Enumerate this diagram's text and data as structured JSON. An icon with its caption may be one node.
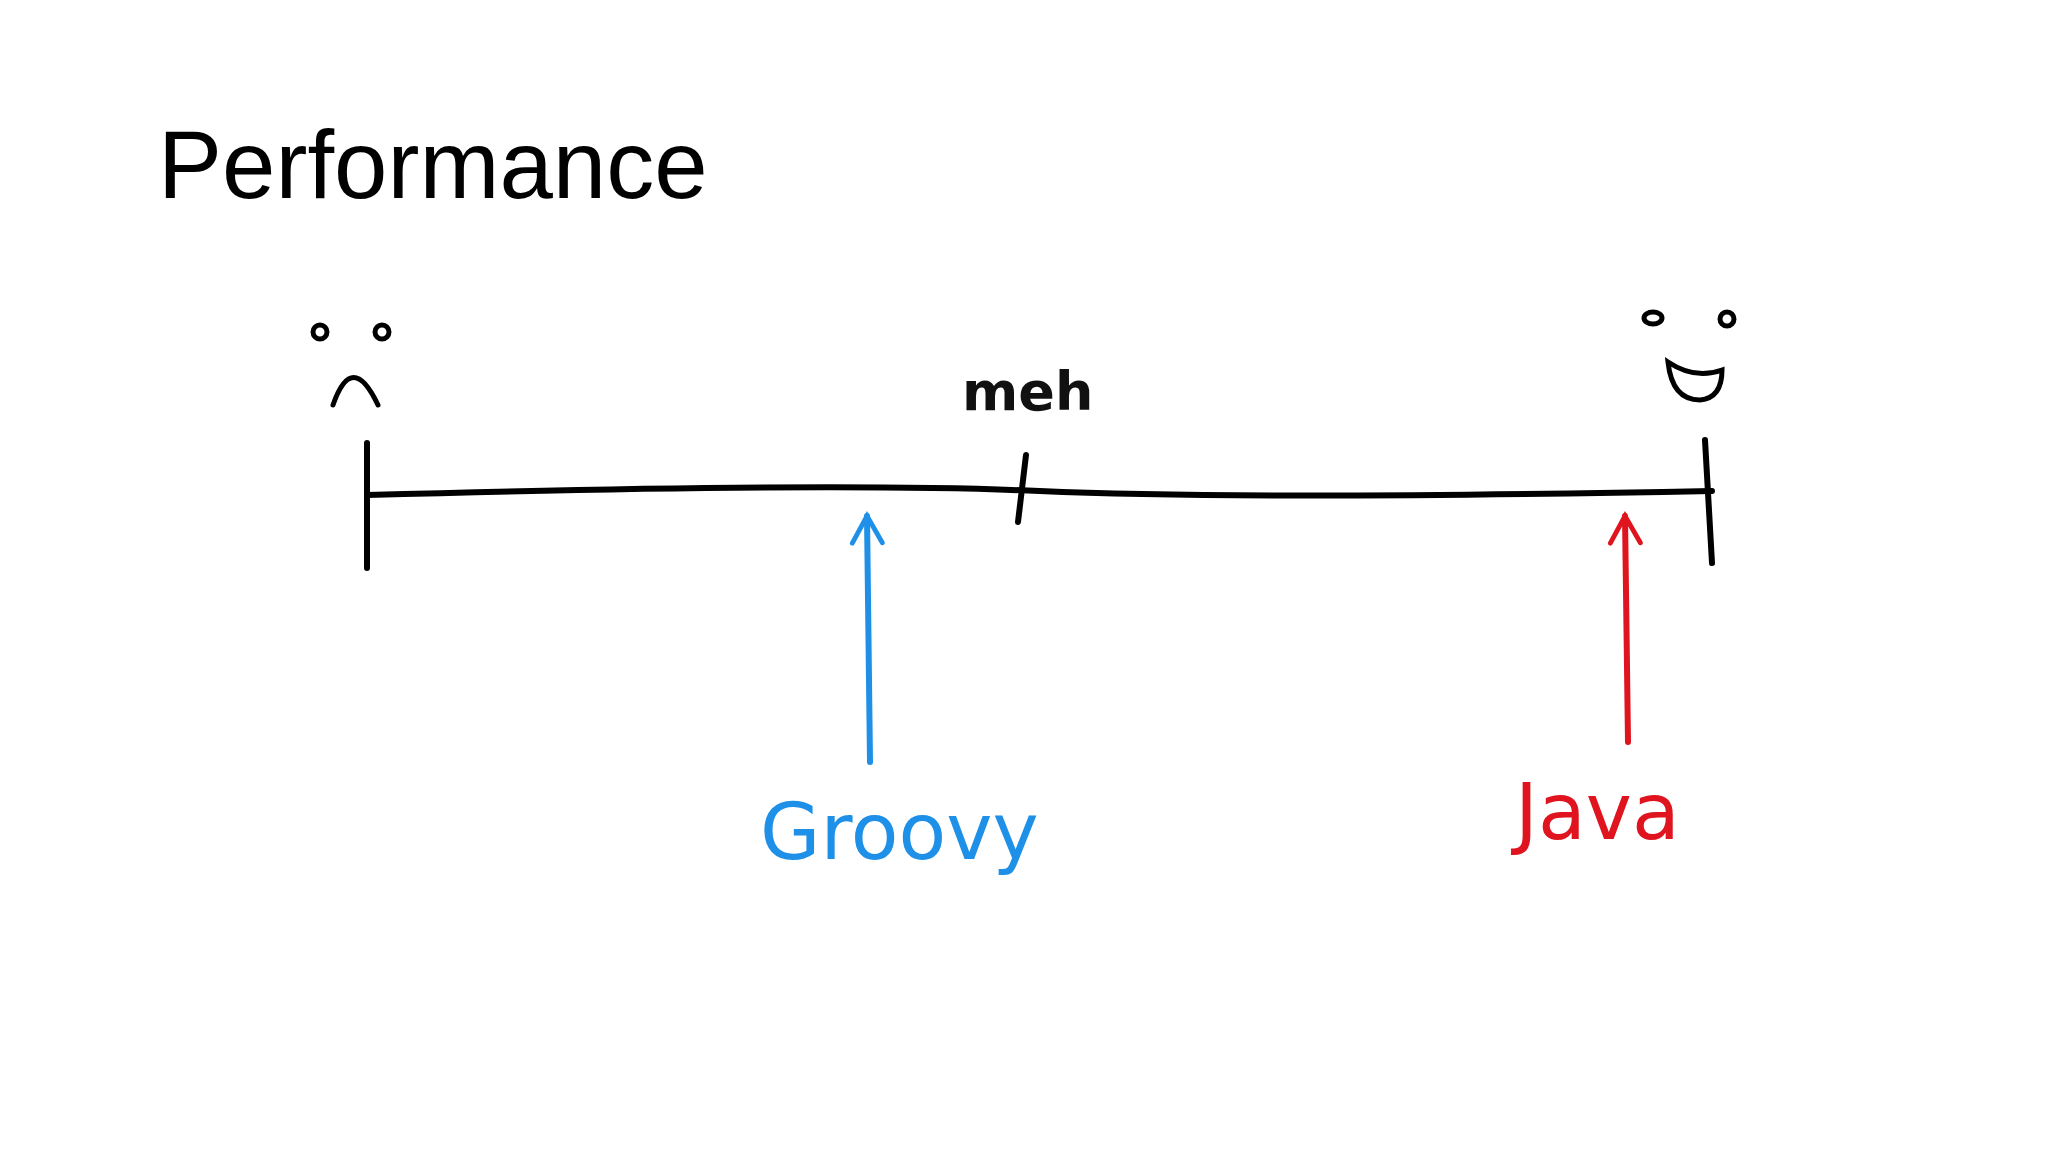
{
  "diagram": {
    "title": "Performance",
    "nodes": [
      {
        "text": [],
        "shape": "line"
      },
      {
        "text": [
          "Groovy"
        ]
      },
      {
        "text": [
          "Java"
        ]
      }
    ],
    "edges": [
      {
        "from": 1,
        "to": 0,
        "arrow": "to",
        "color": "#1e90e8"
      },
      {
        "from": 2,
        "to": 0,
        "arrow": "to",
        "color": "#e0141e"
      }
    ],
    "labels": [
      "meh"
    ]
  }
}
